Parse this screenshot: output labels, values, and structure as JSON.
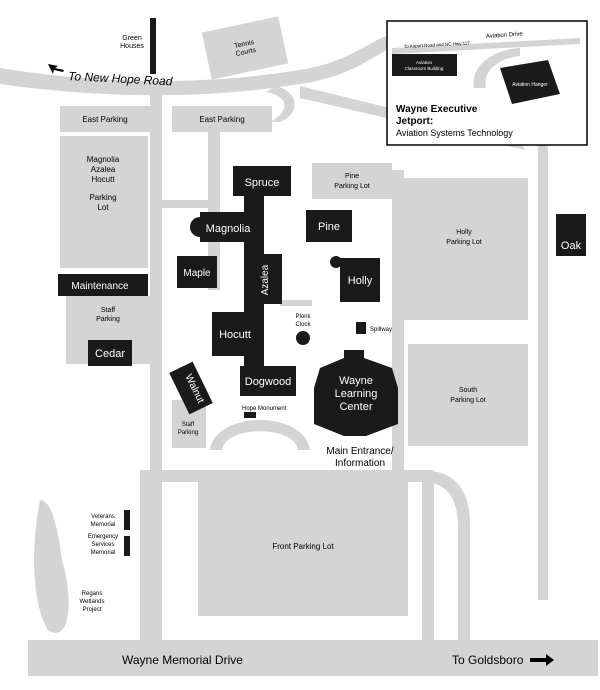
{
  "map": {
    "roads": {
      "new_hope": "To New Hope Road",
      "memorial_drive": "Wayne Memorial Drive",
      "goldsboro": "To Goldsboro",
      "aviation_drive": "Aviation Drive",
      "airport_road": "To Airport Road and NC Hwy 117"
    },
    "inset": {
      "title_line1": "Wayne Executive",
      "title_line2": "Jetport:",
      "subtitle": "Aviation Systems Technology",
      "classroom_line1": "Aviation",
      "classroom_line2": "Classroom Building",
      "hanger": "Aviation Hanger"
    },
    "parking": {
      "east_left": "East Parking",
      "east_right": "East Parking",
      "mahc_lines": [
        "Magnolia",
        "Azalea",
        "Hocutt",
        "",
        "Parking",
        "Lot"
      ],
      "pine_line1": "Pine",
      "pine_line2": "Parking Lot",
      "holly_line1": "Holly",
      "holly_line2": "Parking Lot",
      "staff_line1": "Staff",
      "staff_line2": "Parking",
      "staff2_line1": "Staff",
      "staff2_line2": "Parking",
      "south_line1": "South",
      "south_line2": "Parking Lot",
      "front": "Front Parking Lot"
    },
    "buildings": {
      "spruce": "Spruce",
      "magnolia": "Magnolia",
      "maple": "Maple",
      "azalea": "Azalea",
      "maintenance": "Maintenance",
      "hocutt": "Hocutt",
      "cedar": "Cedar",
      "walnut": "Walnut",
      "dogwood": "Dogwood",
      "pine": "Pine",
      "holly": "Holly",
      "oak": "Oak",
      "wlc_line1": "Wayne",
      "wlc_line2": "Learning",
      "wlc_line3": "Center"
    },
    "features": {
      "green_line1": "Green",
      "green_line2": "Houses",
      "tennis_line1": "Tennis",
      "tennis_line2": "Courts",
      "plonk_line1": "Plonk",
      "plonk_line2": "Clock",
      "spillway": "Spillway",
      "hope_monument": "Hope Monument",
      "main_entrance_line1": "Main Entrance/",
      "main_entrance_line2": "Information",
      "veterans_line1": "Veterans",
      "veterans_line2": "Memorial",
      "ems_line1": "Emergency",
      "ems_line2": "Services",
      "ems_line3": "Memorial",
      "wetlands_line1": "Regans",
      "wetlands_line2": "Wetlands",
      "wetlands_line3": "Project"
    }
  }
}
